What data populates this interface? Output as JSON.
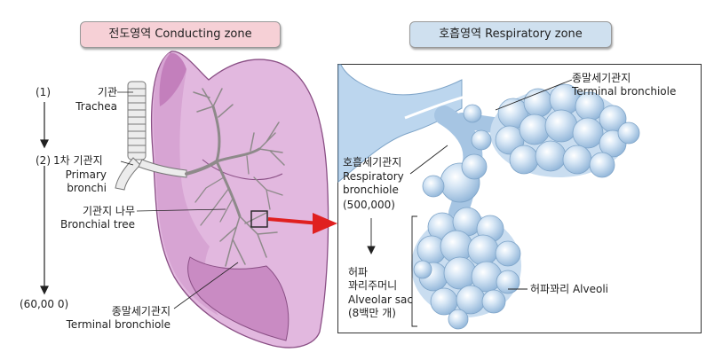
{
  "zones": {
    "conducting": "전도영역 Conducting zone",
    "respiratory": "호흡영역 Respiratory zone"
  },
  "generation_axis": {
    "start": "(1)",
    "second": "(2)",
    "end": "(60,00  0)"
  },
  "left_labels": {
    "trachea_ko": "기관",
    "trachea_en": "Trachea",
    "primary_ko": "1차 기관지",
    "primary_en1": "Primary",
    "primary_en2": "bronchi",
    "tree_ko": "기관지 나무",
    "tree_en": "Bronchial tree",
    "terminal_ko": "종말세기관지",
    "terminal_en": "Terminal bronchiole"
  },
  "right_labels": {
    "terminal_ko": "종말세기관지",
    "terminal_en": "Terminal bronchiole",
    "resp_ko": "호흡세기관지",
    "resp_en1": "Respiratory",
    "resp_en2": "bronchiole",
    "resp_count": "(500,000)",
    "sac_ko1": "허파",
    "sac_ko2": "꽈리주머니",
    "sac_en1": "Alveolar sac",
    "sac_count": "(8백만 개)",
    "alveoli": "허파꽈리 Alveoli"
  },
  "colors": {
    "lung_fill": "#e2b8df",
    "lung_dark": "#c37fbc",
    "alveoli_fill": "#bcd6ee",
    "arrow": "#e02020"
  }
}
